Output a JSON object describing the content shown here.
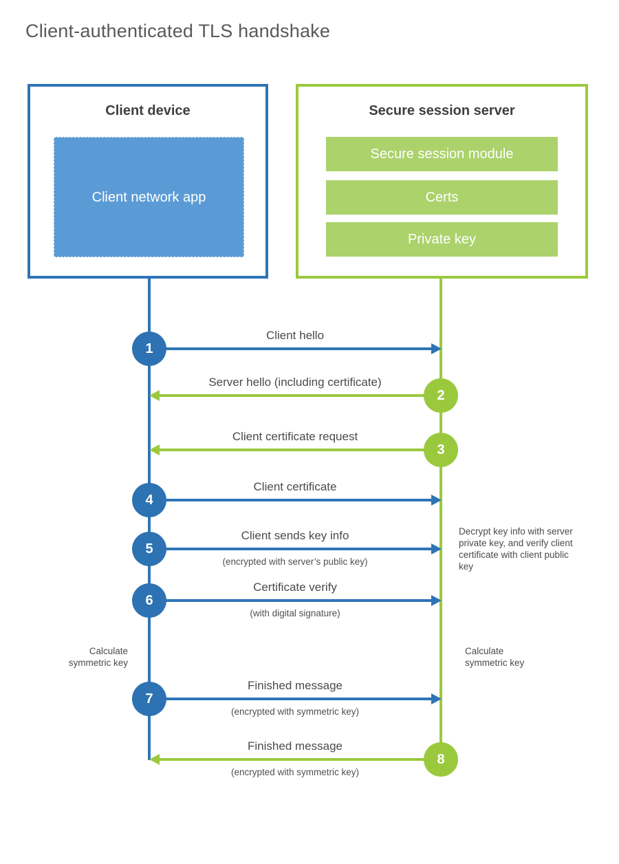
{
  "title": "Client-authenticated TLS handshake",
  "client_box": {
    "title": "Client device",
    "app": "Client network app"
  },
  "server_box": {
    "title": "Secure session server",
    "modules": [
      "Secure session module",
      "Certs",
      "Private key"
    ]
  },
  "steps": [
    {
      "num": "1",
      "label": "Client hello",
      "from": "client",
      "to": "server"
    },
    {
      "num": "2",
      "label": "Server hello (including certificate)",
      "from": "server",
      "to": "client"
    },
    {
      "num": "3",
      "label": "Client certificate request",
      "from": "server",
      "to": "client"
    },
    {
      "num": "4",
      "label": "Client certificate",
      "from": "client",
      "to": "server"
    },
    {
      "num": "5",
      "label": "Client sends key info",
      "sub": "(encrypted with server’s public key)",
      "from": "client",
      "to": "server"
    },
    {
      "num": "6",
      "label": "Certificate verify",
      "sub": "(with digital signature)",
      "from": "client",
      "to": "server"
    },
    {
      "num": "7",
      "label": "Finished message",
      "sub": "(encrypted with symmetric key)",
      "from": "client",
      "to": "server"
    },
    {
      "num": "8",
      "label": "Finished message",
      "sub": "(encrypted with symmetric key)",
      "from": "server",
      "to": "client"
    }
  ],
  "notes": {
    "decrypt": "Decrypt key info with server private key, and verify client certificate with client public key",
    "calc_left": "Calculate symmetric key",
    "calc_right": "Calculate symmetric key"
  },
  "colors": {
    "blue": "#2E74B5",
    "light_blue": "#5B9BD5",
    "green": "#9BC93E",
    "light_green": "#ABD26B",
    "title_gray": "#58595B"
  }
}
